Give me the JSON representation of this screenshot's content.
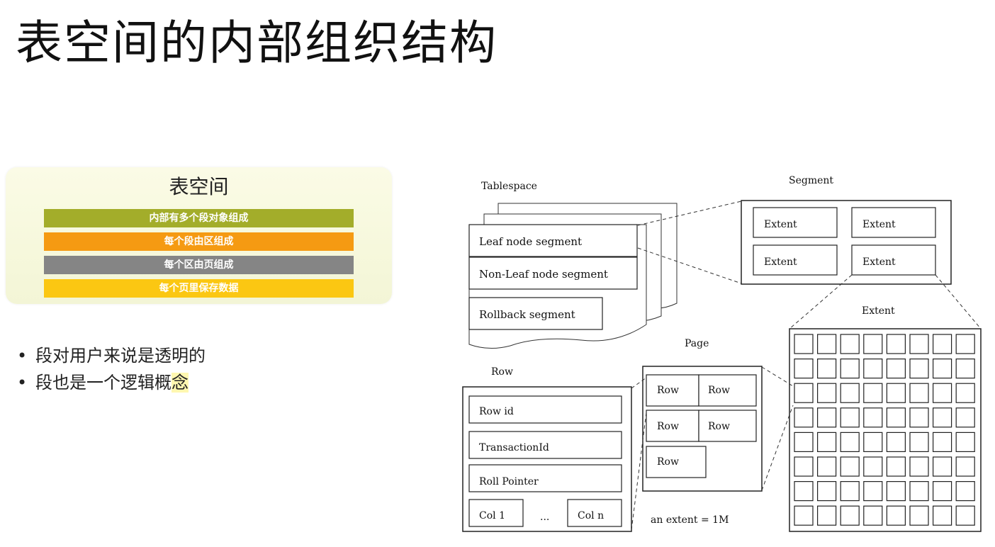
{
  "title": "表空间的内部组织结构",
  "panel": {
    "heading": "表空间",
    "bars": [
      {
        "label": "内部有多个段对象组成",
        "color": "#a3ad2a"
      },
      {
        "label": "每个段由区组成",
        "color": "#f59a12"
      },
      {
        "label": "每个区由页组成",
        "color": "#858585"
      },
      {
        "label": "每个页里保存数据",
        "color": "#fbc712"
      }
    ]
  },
  "bullets": [
    {
      "text": "段对用户来说是透明的"
    },
    {
      "text_main": "段也是一个逻辑概",
      "text_highlight": "念"
    }
  ],
  "diagram": {
    "tablespace": {
      "label": "Tablespace",
      "segments": [
        "Leaf node segment",
        "Non-Leaf node segment",
        "Rollback segment"
      ]
    },
    "segment": {
      "label": "Segment",
      "extents": [
        "Extent",
        "Extent",
        "Extent",
        "Extent"
      ]
    },
    "extent": {
      "label": "Extent",
      "rows": 8,
      "cols": 8
    },
    "page": {
      "label": "Page",
      "rows": [
        "Row",
        "Row",
        "Row",
        "Row",
        "Row"
      ]
    },
    "row": {
      "label": "Row",
      "fields": [
        "Row id",
        "TransactionId",
        "Roll Pointer"
      ],
      "col_first": "Col  1",
      "ellipsis": "...",
      "col_last": "Col  n"
    },
    "note": "an extent = 1M"
  }
}
